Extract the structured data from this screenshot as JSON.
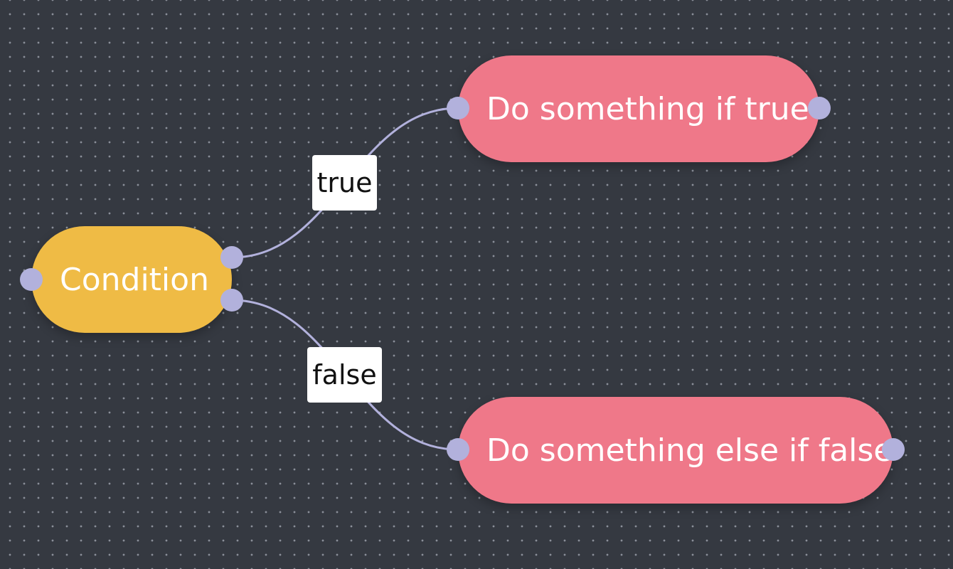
{
  "nodes": {
    "condition": {
      "label": "Condition",
      "color": "#efbb45"
    },
    "action_true": {
      "label": "Do something if true",
      "color": "#ef7889"
    },
    "action_false": {
      "label": "Do something else if false",
      "color": "#ef7889"
    }
  },
  "edges": {
    "true_edge": {
      "label": "true"
    },
    "false_edge": {
      "label": "false"
    }
  },
  "colors": {
    "background": "#353941",
    "dot_grid": "#8a8f99",
    "handle": "#b2b1dc",
    "edge_stroke": "#b2b1dc",
    "edge_label_bg": "#ffffff"
  }
}
